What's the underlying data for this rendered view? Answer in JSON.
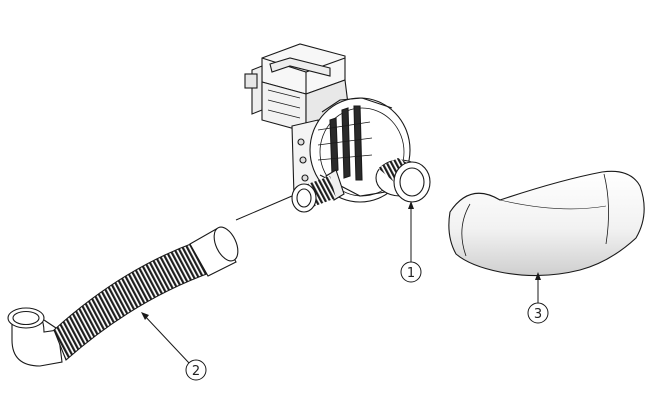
{
  "callouts": [
    {
      "number": "1"
    },
    {
      "number": "2"
    },
    {
      "number": "3"
    }
  ],
  "parts": [
    {
      "id": "1",
      "icon": "pump-icon"
    },
    {
      "id": "2",
      "icon": "corrugated-hose-icon"
    },
    {
      "id": "3",
      "icon": "elbow-hose-icon"
    }
  ],
  "colors": {
    "line": "#1a1a1a",
    "fill": "#ffffff",
    "shade": "#d9d9d9",
    "dark": "#2a2a2a"
  }
}
